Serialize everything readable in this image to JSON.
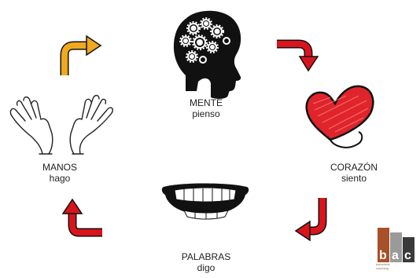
{
  "nodes": [
    {
      "id": "mente",
      "title": "MENTE",
      "subtitle": "pienso",
      "icon": "head-gears-icon"
    },
    {
      "id": "corazon",
      "title": "CORAZÓN",
      "subtitle": "siento",
      "icon": "heart-icon"
    },
    {
      "id": "palabras",
      "title": "PALABRAS",
      "subtitle": "digo",
      "icon": "mouth-icon"
    },
    {
      "id": "manos",
      "title": "MANOS",
      "subtitle": "hago",
      "icon": "open-hands-icon"
    }
  ],
  "arrows": [
    {
      "from": "manos",
      "to": "mente",
      "color": "#f0a81e",
      "icon": "curved-arrow-icon"
    },
    {
      "from": "mente",
      "to": "corazon",
      "color": "#d9141c",
      "icon": "curved-arrow-icon"
    },
    {
      "from": "corazon",
      "to": "palabras",
      "color": "#d9141c",
      "icon": "curved-arrow-icon"
    },
    {
      "from": "palabras",
      "to": "manos",
      "color": "#d9141c",
      "icon": "curved-arrow-icon"
    }
  ],
  "logo": {
    "text": "bac",
    "caption_line1": "barcelona",
    "caption_line2": "coaching",
    "colors": [
      "#a8502a",
      "#9a9a9a",
      "#3a3a3a"
    ]
  },
  "colors": {
    "accent_red": "#d9141c",
    "accent_yellow": "#f0a81e",
    "heart_red": "#e0242b",
    "ink": "#111111"
  }
}
